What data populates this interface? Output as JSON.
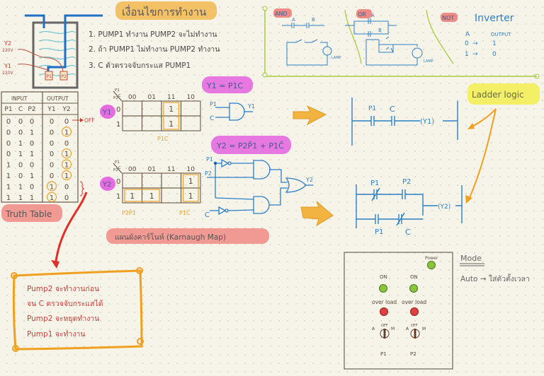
{
  "title": "เงื่อนไขการทำงาน",
  "conditions": [
    "1. PUMP1 ทำงาน PUMP2 จะไม่ทำงาน",
    "2. ถ้า PUMP1 ไม่ทำงาน PUMP2 ทำงาน",
    "3. C ตัวตรวจจับกระแส PUMP1"
  ],
  "tank": {
    "pump1": "P1",
    "pump2": "P2",
    "y2_label": "Y2",
    "y2_voltage": "220V",
    "y1_label": "Y1",
    "y1_voltage": "220V"
  },
  "truth_table": {
    "group_input": "INPUT",
    "group_output": "OUTPUT",
    "headers": [
      "P1",
      "C",
      "P2",
      "Y1",
      "Y2"
    ],
    "rows": [
      [
        "0",
        "0",
        "0",
        "0",
        "0"
      ],
      [
        "0",
        "0",
        "1",
        "0",
        "1"
      ],
      [
        "0",
        "1",
        "0",
        "0",
        "0"
      ],
      [
        "0",
        "1",
        "1",
        "0",
        "1"
      ],
      [
        "1",
        "0",
        "0",
        "0",
        "1"
      ],
      [
        "1",
        "0",
        "1",
        "0",
        "1"
      ],
      [
        "1",
        "1",
        "0",
        "1",
        "0"
      ],
      [
        "1",
        "1",
        "1",
        "1",
        "0"
      ]
    ],
    "off_note": "OFF",
    "label": "Truth Table"
  },
  "kmap": {
    "label": "แผนผังคาร์โนห์ (Karnaugh Map)",
    "corner_top": "P1",
    "corner_mid": "C",
    "corner_left": "P2",
    "columns": [
      "00",
      "01",
      "11",
      "10"
    ],
    "rows": [
      "0",
      "1"
    ],
    "y1": {
      "name": "Y1",
      "cells": [
        [
          "",
          "",
          "1",
          ""
        ],
        [
          "",
          "",
          "1",
          ""
        ]
      ],
      "group_label": "P1C"
    },
    "y2": {
      "name": "Y2",
      "cells": [
        [
          "",
          "",
          "",
          "1"
        ],
        [
          "1",
          "1",
          "",
          "1"
        ]
      ],
      "group_label_1": "P2P̄1",
      "group_label_2": "P1C̄"
    }
  },
  "equations": {
    "y1": "Y1 = P1C",
    "y2": "Y2 = P2P̄1 + P1C̄"
  },
  "gates": {
    "y1_in_a": "P1",
    "y1_in_b": "C",
    "y1_out": "Y1",
    "y2_in_a": "P1",
    "y2_in_b": "P2",
    "y2_in_c": "C",
    "y2_out": "Y2"
  },
  "logic_basics": {
    "and_label": "AND",
    "or_label": "OR",
    "not_label": "NOT",
    "contact_a": "A",
    "contact_b": "B",
    "lamp": "LAMP",
    "inverter_title": "Inverter",
    "inverter_head_a": "A",
    "inverter_head_out": "OUTPUT",
    "inverter_rows": [
      [
        "0",
        "1"
      ],
      [
        "1",
        "0"
      ]
    ]
  },
  "ladder": {
    "label": "Ladder logic",
    "rung1": {
      "contact1": "P1",
      "contact2": "C",
      "coil": "(Y1)"
    },
    "rung2": {
      "contact1": "P1",
      "contact2": "P2",
      "contact3": "P1",
      "contact4": "C",
      "coil": "(Y2)"
    }
  },
  "note_box": [
    "Pump2 จะทำงานก่อน",
    "จน C ตรวจจับกระแสได้",
    "Pump2 จะหยุดทำงาน",
    "Pump1 จะทำงาน"
  ],
  "panel": {
    "power": "Power",
    "on_1": "ON",
    "on_2": "ON",
    "overload_1": "over load",
    "overload_2": "over load",
    "sw_a": "A",
    "sw_off": "OFF",
    "sw_m": "M",
    "p1": "P1",
    "p2": "P2"
  },
  "mode": {
    "title": "Mode",
    "auto": "Auto → ใส่ตัวตั้งเวลา"
  },
  "colors": {
    "ink_blue": "#2c7fc6",
    "highlight_pink": "#f08a84",
    "highlight_magenta": "#e66ae0",
    "highlight_yellow": "#f3ef5a",
    "orange": "#e9a227",
    "green": "#a8cc3a",
    "red": "#d23a2f"
  }
}
